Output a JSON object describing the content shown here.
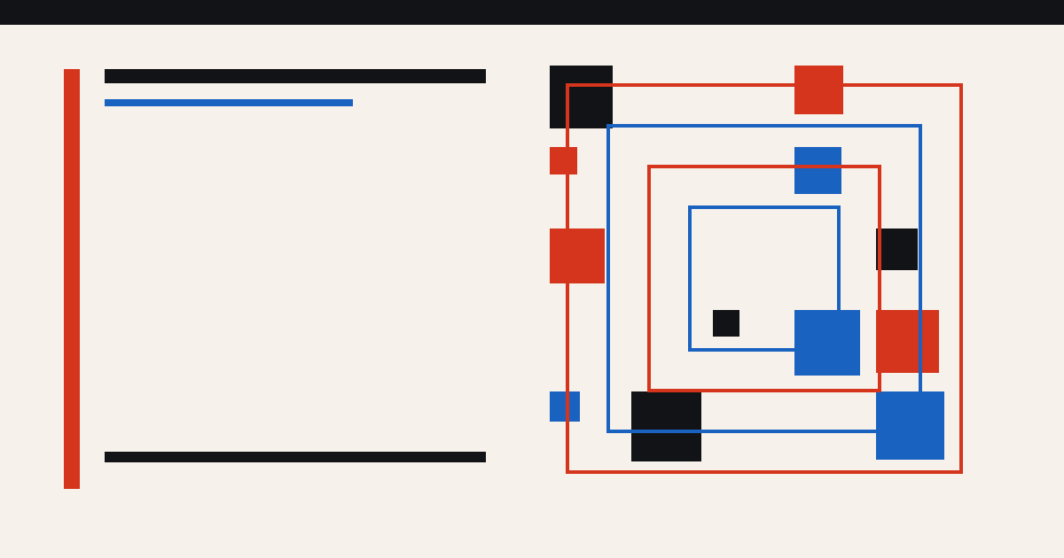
{
  "colors": {
    "background": "#f6f1ea",
    "dark": "#121316",
    "red": "#d4351c",
    "blue": "#1a62c0"
  },
  "artwork": {
    "description_blocks": [
      {
        "name": "block-black-top-left",
        "color": "dark"
      },
      {
        "name": "block-red-top-center",
        "color": "red"
      },
      {
        "name": "block-red-small-left",
        "color": "red"
      },
      {
        "name": "block-blue-upper-center",
        "color": "blue"
      },
      {
        "name": "block-red-mid-left",
        "color": "red"
      },
      {
        "name": "block-black-mid-right",
        "color": "dark"
      },
      {
        "name": "block-black-tiny-center",
        "color": "dark"
      },
      {
        "name": "block-blue-lower-center",
        "color": "blue"
      },
      {
        "name": "block-red-lower-right",
        "color": "red"
      },
      {
        "name": "block-blue-small-left",
        "color": "blue"
      },
      {
        "name": "block-black-bottom-center",
        "color": "dark"
      },
      {
        "name": "block-blue-bottom-right",
        "color": "blue"
      }
    ],
    "frames": [
      {
        "name": "frame-red-outer",
        "color": "red"
      },
      {
        "name": "frame-blue-second",
        "color": "blue"
      },
      {
        "name": "frame-red-third",
        "color": "red"
      },
      {
        "name": "frame-blue-inner",
        "color": "blue"
      }
    ]
  }
}
